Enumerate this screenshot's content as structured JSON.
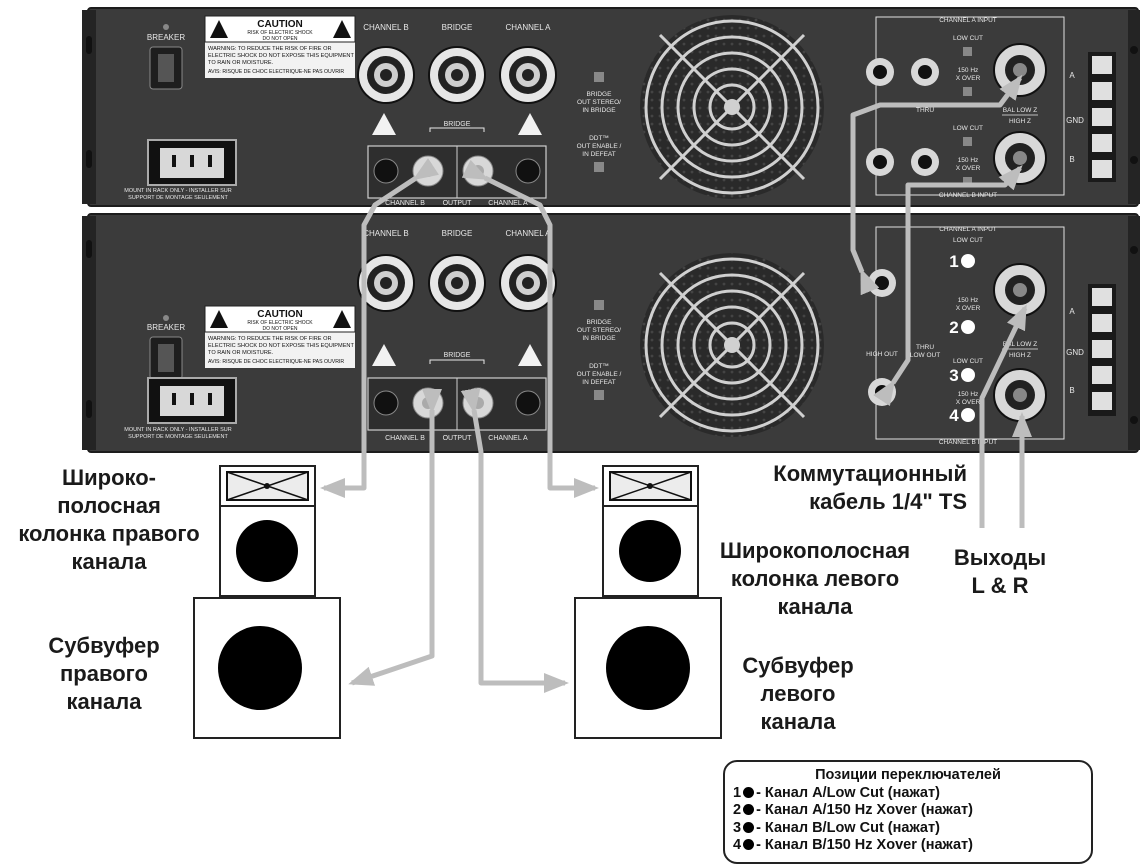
{
  "amp_upper": {
    "caution": "CAUTION",
    "caution_sub1": "RISK OF ELECTRIC SHOCK",
    "caution_sub2": "DO NOT OPEN",
    "warning_1": "WARNING: TO REDUCE THE RISK OF FIRE OR",
    "warning_2": "ELECTRIC SHOCK DO NOT EXPOSE THIS EQUIPMENT",
    "warning_3": "TO RAIN OR MOISTURE.",
    "avis": "AVIS: RISQUE DE CHOC ELECTRIQUE-NE PAS OUVRIR",
    "breaker": "BREAKER",
    "channel_b": "CHANNEL B",
    "bridge": "BRIDGE",
    "channel_a": "CHANNEL A",
    "bridge_switch_1": "BRIDGE",
    "bridge_switch_2": "OUT STEREO/",
    "bridge_switch_3": "IN BRIDGE",
    "ddt_1": "DDT™",
    "ddt_2": "OUT ENABLE /",
    "ddt_3": "IN DEFEAT",
    "output_bridge": "BRIDGE",
    "output_label": "OUTPUT",
    "out_ch_b": "CHANNEL B",
    "out_ch_a": "CHANNEL A",
    "mount_1": "MOUNT IN RACK ONLY - INSTALLER SUR",
    "mount_2": "SUPPORT DE MONTAGE SEULEMENT",
    "ch_a_input": "CHANNEL A INPUT",
    "ch_b_input": "CHANNEL B INPUT",
    "low_cut": "LOW CUT",
    "xover_1": "150 Hz",
    "xover_2": "X OVER",
    "thru": "THRU",
    "bal_low_z": "BAL LOW Z",
    "high_z": "HIGH Z",
    "gnd": "GND",
    "term_a": "A",
    "term_b": "B"
  },
  "amp_lower": {
    "caution": "CAUTION",
    "caution_sub1": "RISK OF ELECTRIC SHOCK",
    "caution_sub2": "DO NOT OPEN",
    "warning_1": "WARNING: TO REDUCE THE RISK OF FIRE OR",
    "warning_2": "ELECTRIC SHOCK DO NOT EXPOSE THIS EQUIPMENT",
    "warning_3": "TO RAIN OR MOISTURE.",
    "avis": "AVIS: RISQUE DE CHOC ELECTRIQUE-NE PAS OUVRIR",
    "breaker": "BREAKER",
    "channel_b": "CHANNEL B",
    "bridge": "BRIDGE",
    "channel_a": "CHANNEL A",
    "bridge_switch_1": "BRIDGE",
    "bridge_switch_2": "OUT STEREO/",
    "bridge_switch_3": "IN BRIDGE",
    "ddt_1": "DDT™",
    "ddt_2": "OUT ENABLE /",
    "ddt_3": "IN DEFEAT",
    "output_bridge": "BRIDGE",
    "output_label": "OUTPUT",
    "out_ch_b": "CHANNEL B",
    "out_ch_a": "CHANNEL A",
    "mount_1": "MOUNT IN RACK ONLY - INSTALLER SUR",
    "mount_2": "SUPPORT DE MONTAGE SEULEMENT",
    "ch_a_input": "CHANNEL A INPUT",
    "ch_b_input": "CHANNEL B INPUT",
    "low_cut": "LOW CUT",
    "xover_1": "150 Hz",
    "xover_2": "X OVER",
    "thru": "THRU",
    "high_out": "HIGH OUT",
    "low_out": "LOW OUT",
    "bal_low_z": "BAL LOW Z",
    "high_z": "HIGH Z",
    "gnd": "GND",
    "term_a": "A",
    "term_b": "B",
    "pos_1": "1",
    "pos_2": "2",
    "pos_3": "3",
    "pos_4": "4"
  },
  "labels": {
    "right_full_1": "Широко-",
    "right_full_2": "полосная",
    "right_full_3": "колонка правого",
    "right_full_4": "канала",
    "cable_1": "Коммутационный",
    "cable_2": "кабель 1/4\" TS",
    "left_full_1": "Широкополосная",
    "left_full_2": "колонка левого",
    "left_full_3": "канала",
    "outputs_1": "Выходы",
    "outputs_2": "L & R",
    "right_sub_1": "Субвуфер",
    "right_sub_2": "правого",
    "right_sub_3": "канала",
    "left_sub_1": "Субвуфер",
    "left_sub_2": "левого",
    "left_sub_3": "канала"
  },
  "legend": {
    "title": "Позиции переключателей",
    "items": [
      {
        "num": "1",
        "text": "- Канал A/Low Cut (нажат)"
      },
      {
        "num": "2",
        "text": "- Канал A/150 Hz Xover (нажат)"
      },
      {
        "num": "3",
        "text": "- Канал B/Low Cut (нажат)"
      },
      {
        "num": "4",
        "text": "- Канал B/150 Hz Xover (нажат)"
      }
    ]
  }
}
